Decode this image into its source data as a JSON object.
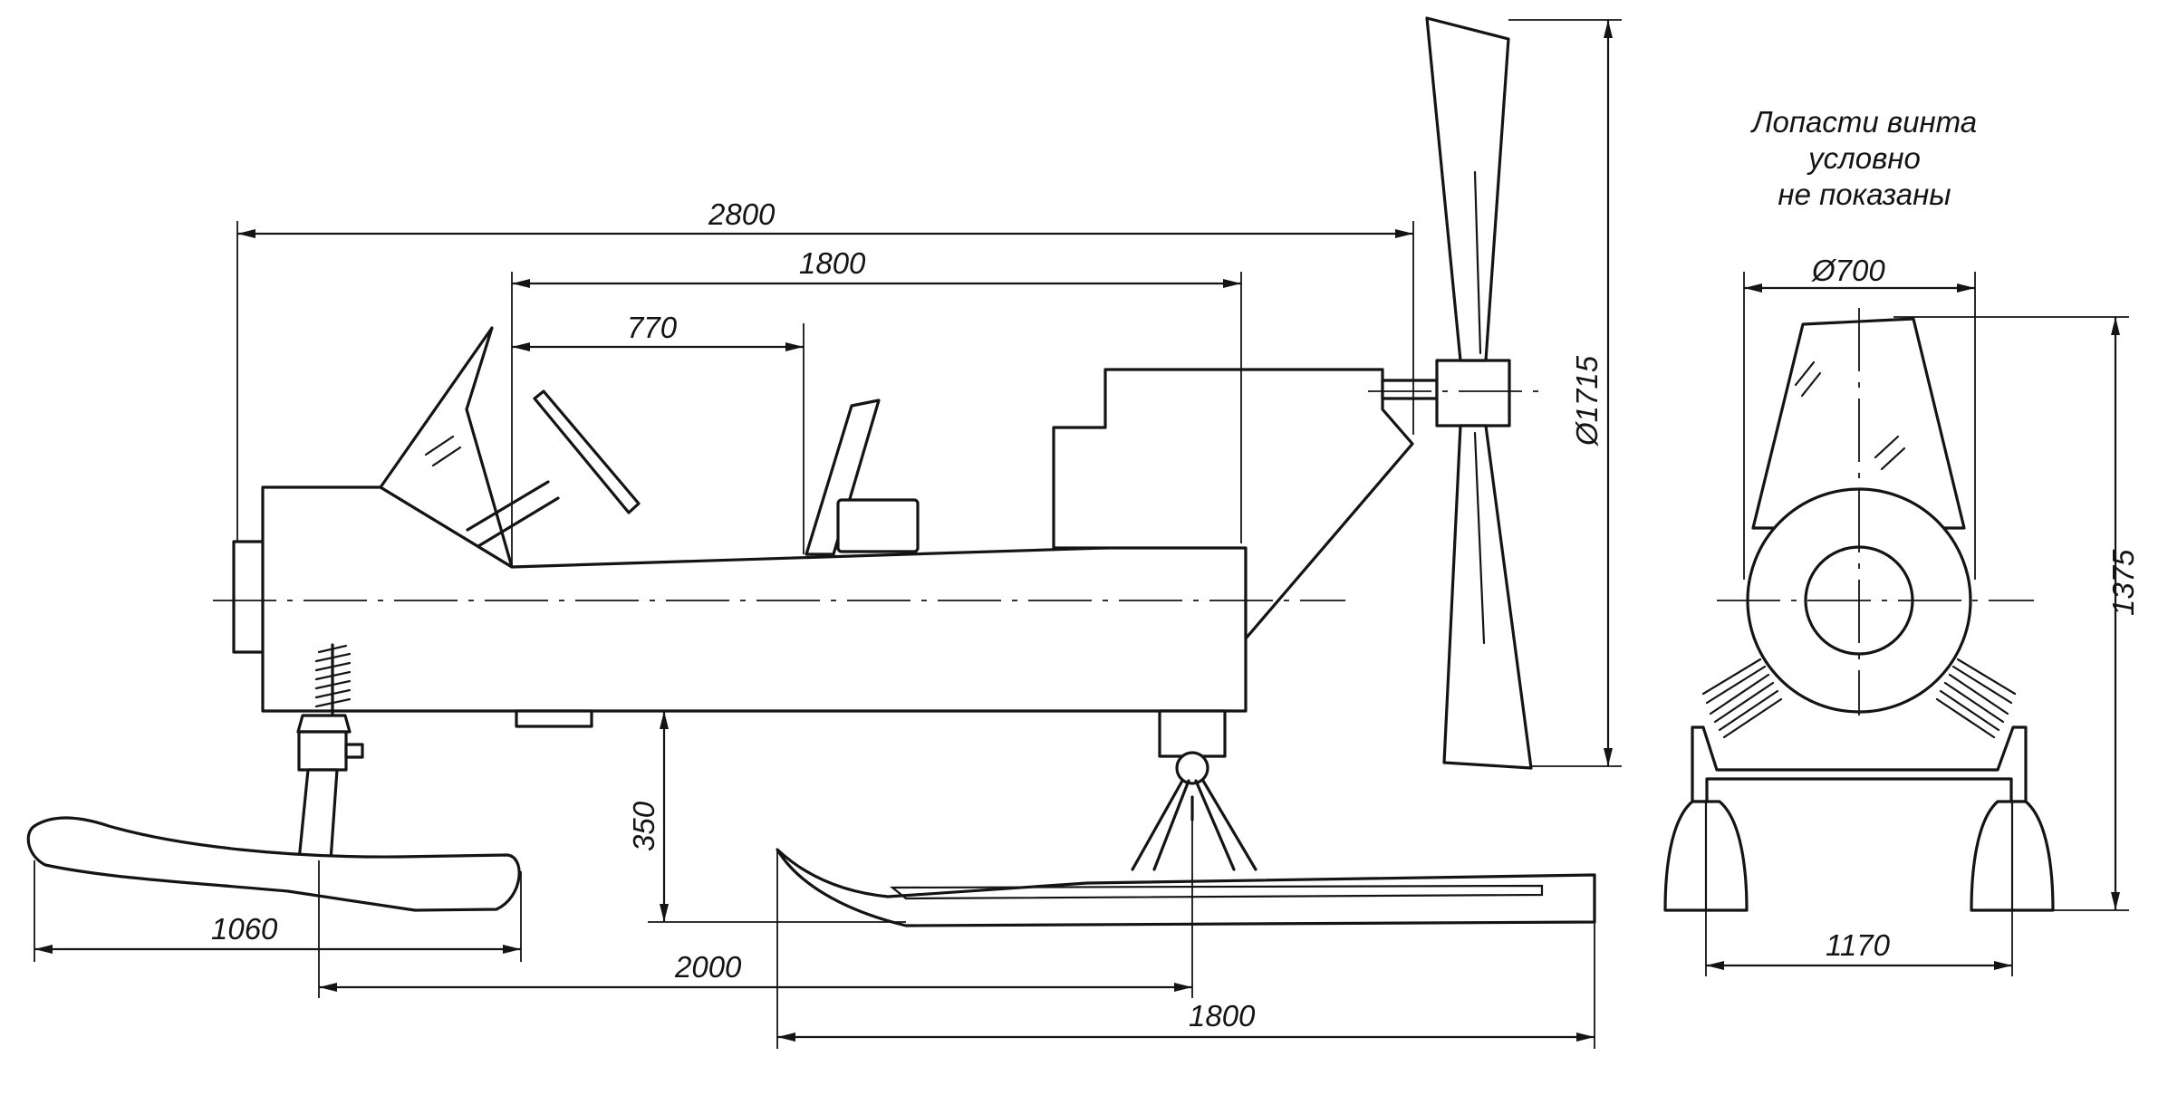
{
  "drawing": {
    "note_lines": [
      "Лопасти винта",
      "условно",
      "не показаны"
    ],
    "dimensions": {
      "overall_length": "2800",
      "cabin_length": "1800",
      "seat_to_wheel": "770",
      "propeller_diameter": "Ø1715",
      "engine_diameter": "Ø700",
      "total_height": "1375",
      "ground_clearance": "350",
      "front_ski_length": "1060",
      "ski_base": "2000",
      "rear_ski_length": "1800",
      "track_width": "1170"
    }
  }
}
